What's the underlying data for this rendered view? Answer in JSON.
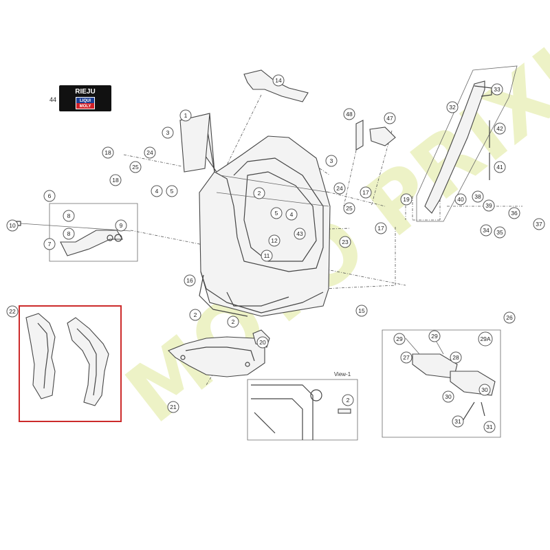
{
  "logo": {
    "callout": "44",
    "brand": "RIEJU",
    "partner_line1": "LIQUI",
    "partner_line2": "MOLY"
  },
  "watermark": "MOTO PRIXL",
  "view_label": "View-1",
  "callouts": {
    "c1": "1",
    "c2a": "2",
    "c2b": "2",
    "c2c": "2",
    "c2d": "2",
    "c3a": "3",
    "c3b": "3",
    "c4a": "4",
    "c4b": "4",
    "c5a": "5",
    "c5b": "5",
    "c6": "6",
    "c7": "7",
    "c8a": "8",
    "c8b": "8",
    "c9": "9",
    "c10": "10",
    "c11": "11",
    "c12": "12",
    "c14": "14",
    "c15": "15",
    "c16": "16",
    "c17a": "17",
    "c17b": "17",
    "c18a": "18",
    "c18b": "18",
    "c19": "19",
    "c20": "20",
    "c21": "21",
    "c22": "22",
    "c23": "23",
    "c24a": "24",
    "c24b": "24",
    "c25a": "25",
    "c25b": "25",
    "c26": "26",
    "c27": "27",
    "c28": "28",
    "c29a": "29",
    "c29b": "29",
    "c29A": "29A",
    "c30a": "30",
    "c30b": "30",
    "c31a": "31",
    "c31b": "31",
    "c32": "32",
    "c33": "33",
    "c34": "34",
    "c35": "35",
    "c36": "36",
    "c37": "37",
    "c38": "38",
    "c39": "39",
    "c40": "40",
    "c41": "41",
    "c42": "42",
    "c43": "43",
    "c47": "47",
    "c48": "48"
  },
  "colors": {
    "highlight_box": "#cc2a2a",
    "watermark": "#e9efb8",
    "line": "#444444"
  }
}
